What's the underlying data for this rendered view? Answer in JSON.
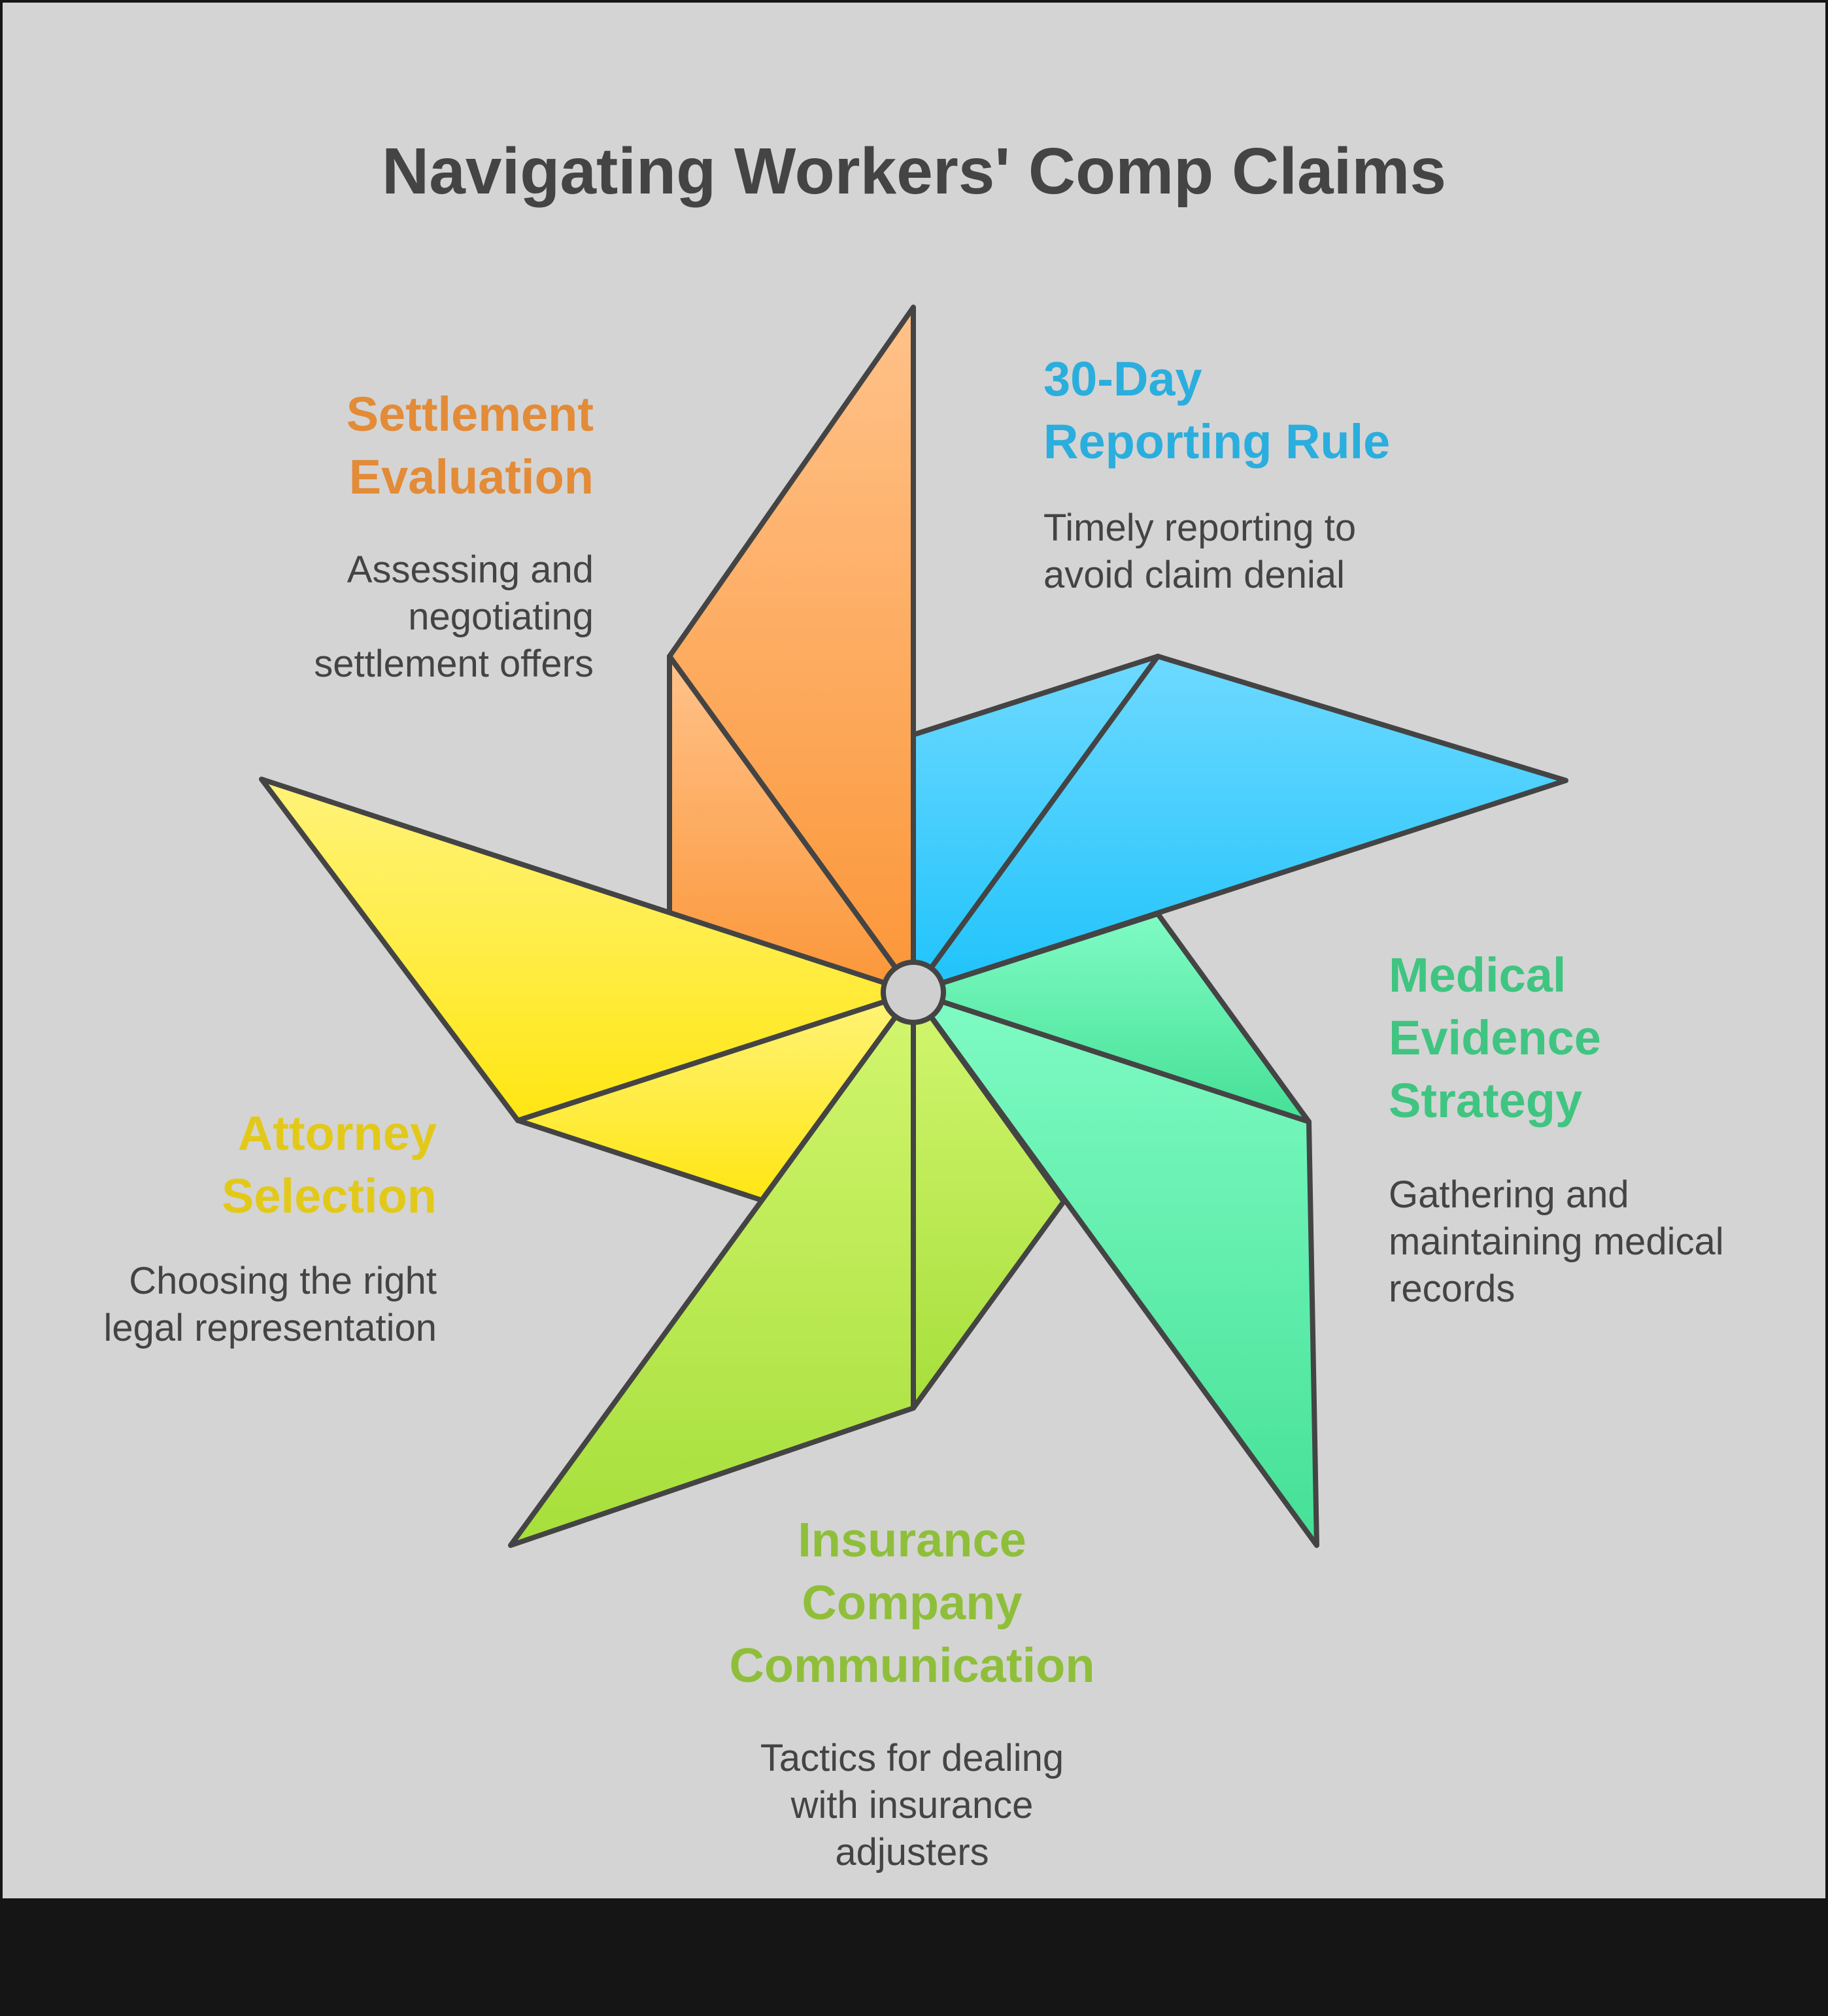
{
  "title": "Navigating Workers' Comp Claims",
  "colors": {
    "panel": "#d4d4d4",
    "outline": "#444444",
    "text": "#444444",
    "reporting": "#2aaedd",
    "medical": "#3fc581",
    "insurance": "#8fbf3a",
    "attorney": "#e2c919",
    "settlement": "#e38b37"
  },
  "sections": [
    {
      "id": "reporting",
      "heading": [
        "30-Day",
        "Reporting Rule"
      ],
      "description": [
        "Timely reporting to",
        "avoid claim denial"
      ],
      "color": "#2aaedd"
    },
    {
      "id": "medical",
      "heading": [
        "Medical",
        "Evidence",
        "Strategy"
      ],
      "description": [
        "Gathering and",
        "maintaining medical",
        "records"
      ],
      "color": "#3fc581"
    },
    {
      "id": "insurance",
      "heading": [
        "Insurance",
        "Company",
        "Communication"
      ],
      "description": [
        "Tactics for dealing",
        "with insurance",
        "adjusters"
      ],
      "color": "#8fbf3a"
    },
    {
      "id": "attorney",
      "heading": [
        "Attorney",
        "Selection"
      ],
      "description": [
        "Choosing the right",
        "legal representation"
      ],
      "color": "#e2c919"
    },
    {
      "id": "settlement",
      "heading": [
        "Settlement",
        "Evaluation"
      ],
      "description": [
        "Assessing and",
        "negotiating",
        "settlement offers"
      ],
      "color": "#e38b37"
    }
  ]
}
